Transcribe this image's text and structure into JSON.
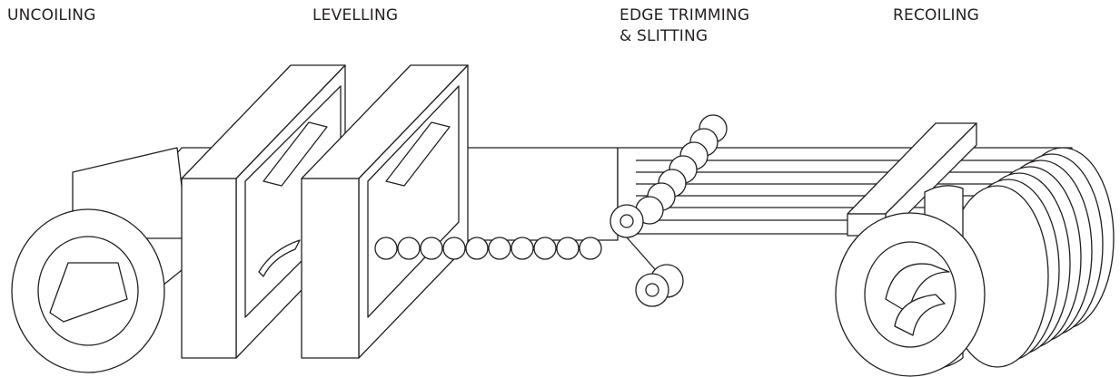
{
  "labels": {
    "uncoiling": "UNCOILING",
    "levelling": "LEVELLING",
    "edge_trimming_line1": "EDGE TRIMMING",
    "edge_trimming_line2": "& SLITTING",
    "recoiling": "RECOILING"
  },
  "colors": {
    "stroke": "#231f20",
    "fill": "#ffffff"
  }
}
